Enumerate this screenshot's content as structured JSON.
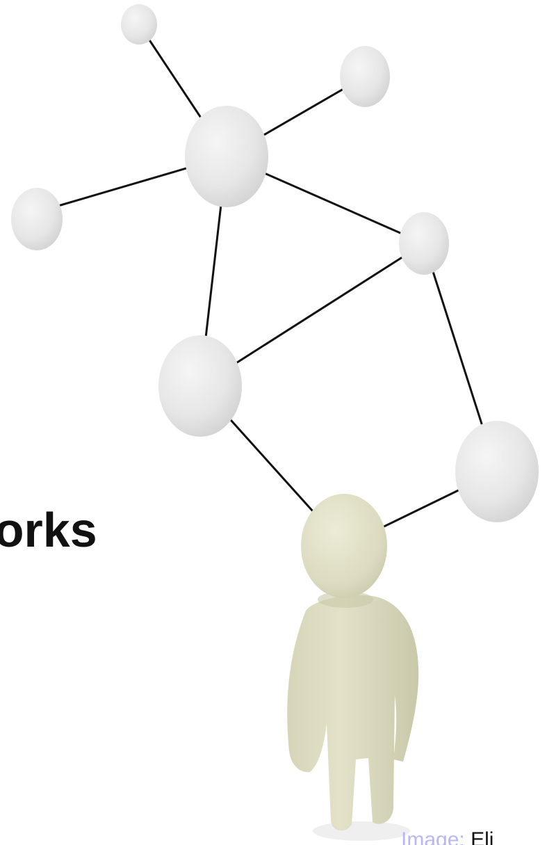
{
  "slide": {
    "title_fragment": "tworks",
    "credit_label": "Image:",
    "credit_name": "Eli"
  },
  "colors": {
    "background": "#ffffff",
    "node_fill": "#e6e6e6",
    "edge_color": "#111111",
    "figure_fill": "#d9d9bd",
    "credit_label_color": "#b9b6f4",
    "title_color": "#111111"
  },
  "icons": {
    "network": "network-graph-icon",
    "person": "person-figure-icon"
  }
}
